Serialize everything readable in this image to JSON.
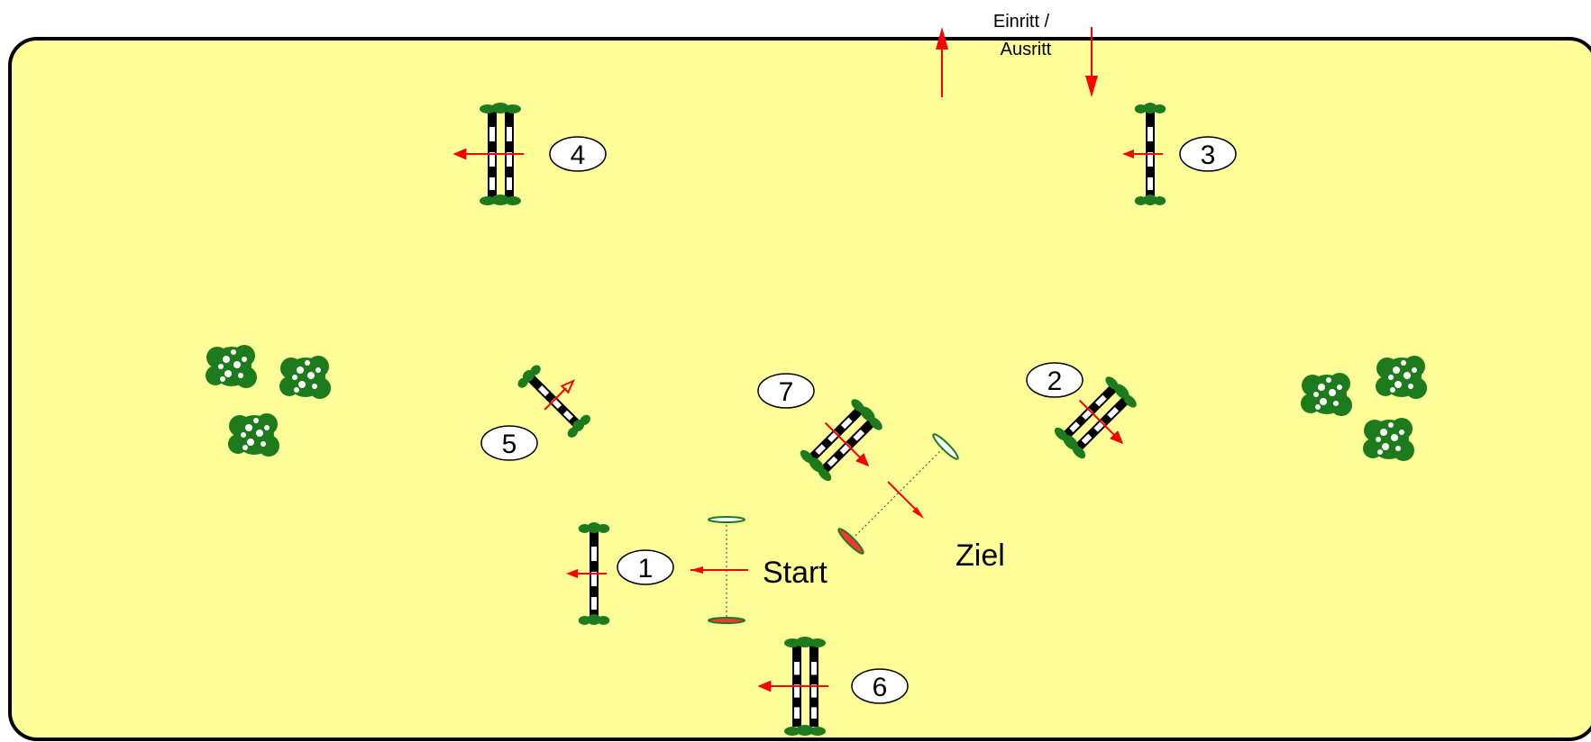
{
  "entry_label_line1": "Einritt /",
  "entry_label_line2": "Ausritt",
  "start_label": "Start",
  "finish_label": "Ziel",
  "jumps": [
    {
      "number": "1",
      "kind": "vertical"
    },
    {
      "number": "2",
      "kind": "oxer"
    },
    {
      "number": "3",
      "kind": "vertical"
    },
    {
      "number": "4",
      "kind": "oxer"
    },
    {
      "number": "5",
      "kind": "vertical"
    },
    {
      "number": "6",
      "kind": "oxer"
    },
    {
      "number": "7",
      "kind": "oxer"
    }
  ],
  "colors": {
    "arena_fill": "#ffff99",
    "arena_border": "#000000",
    "grass": "#1d7a1d",
    "arrow": "#ff0000",
    "pole_dark": "#000000",
    "pole_light": "#ffffff"
  }
}
